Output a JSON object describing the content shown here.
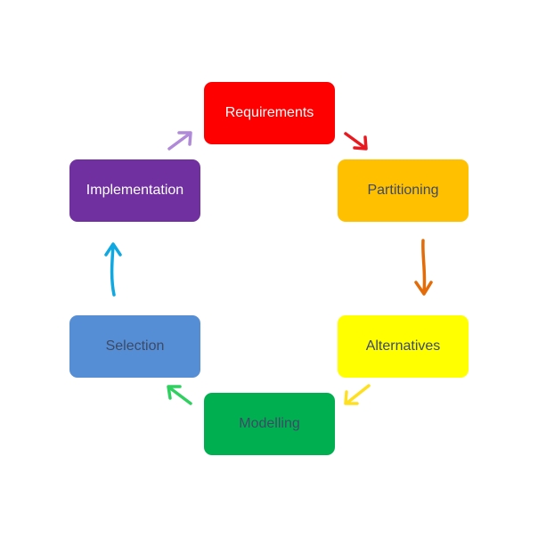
{
  "cycle": {
    "nodes": [
      {
        "label": "Requirements",
        "fill": "#ff0000",
        "text_color": "#ffffff"
      },
      {
        "label": "Partitioning",
        "fill": "#ffc000",
        "text_color": "#3d4a66"
      },
      {
        "label": "Alternatives",
        "fill": "#ffff00",
        "text_color": "#3d4a66"
      },
      {
        "label": "Modelling",
        "fill": "#00b050",
        "text_color": "#3d4a66"
      },
      {
        "label": "Selection",
        "fill": "#558ed5",
        "text_color": "#3d4a66"
      },
      {
        "label": "Implementation",
        "fill": "#7030a0",
        "text_color": "#ffffff"
      }
    ],
    "arrows": [
      {
        "from": "Requirements",
        "to": "Partitioning",
        "color": "#e8191f"
      },
      {
        "from": "Partitioning",
        "to": "Alternatives",
        "color": "#e36c09"
      },
      {
        "from": "Alternatives",
        "to": "Modelling",
        "color": "#ffe020"
      },
      {
        "from": "Modelling",
        "to": "Selection",
        "color": "#2fd060"
      },
      {
        "from": "Selection",
        "to": "Implementation",
        "color": "#10a8e0"
      },
      {
        "from": "Implementation",
        "to": "Requirements",
        "color": "#b08ad8"
      }
    ]
  }
}
